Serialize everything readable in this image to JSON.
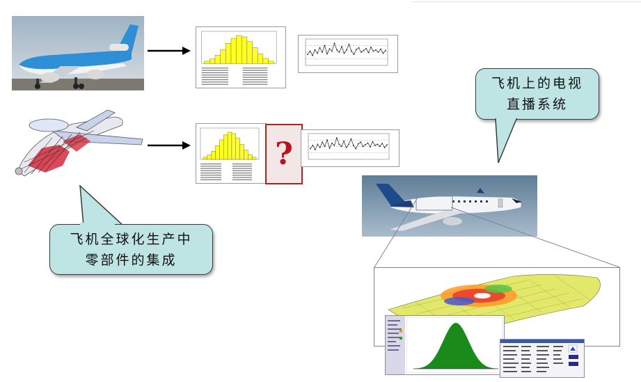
{
  "callouts": {
    "tv_system": [
      "飞机上的电视",
      "直播系统"
    ],
    "global_production": [
      "飞机全球化生产中",
      "零部件的集成"
    ]
  },
  "question_mark": "?",
  "histogram_heights": [
    0.08,
    0.16,
    0.3,
    0.5,
    0.72,
    0.9,
    1.0,
    0.95,
    0.78,
    0.56,
    0.34,
    0.18,
    0.08
  ],
  "run_chart_values": [
    0.4,
    0.55,
    0.35,
    0.6,
    0.45,
    0.7,
    0.5,
    0.8,
    0.42,
    0.65,
    0.55,
    0.9,
    0.6,
    0.5,
    0.75,
    0.45,
    0.6,
    0.85,
    0.55,
    0.4,
    0.62,
    0.7,
    0.5,
    0.58,
    0.66,
    0.48,
    0.72,
    0.55,
    0.6,
    0.5,
    0.64,
    0.45,
    0.58
  ],
  "bell_curve_color": "#1a8a1a",
  "histogram_color": "#ffff22",
  "callout_color": "#bfe4e4",
  "question_color": "#c0101a"
}
